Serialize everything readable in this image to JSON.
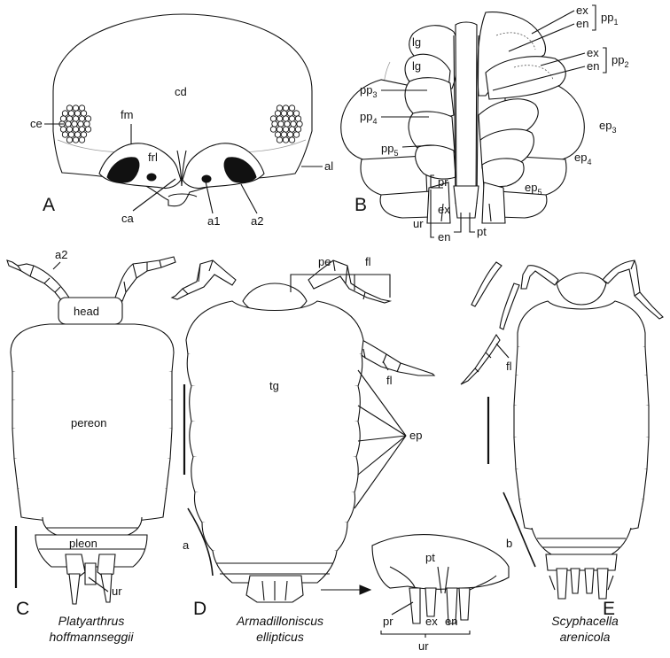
{
  "panels": {
    "A": {
      "letter": "A",
      "labels": {
        "cd": "cd",
        "ce": "ce",
        "fm": "fm",
        "frl": "frl",
        "al": "al",
        "ca": "ca",
        "a1": "a1",
        "a2": "a2"
      }
    },
    "B": {
      "letter": "B",
      "labels": {
        "lg1": "lg",
        "lg2": "lg",
        "ex_top": "ex",
        "en_top": "en",
        "pp1": "pp",
        "pp1_sub": "1",
        "ex_mid": "ex",
        "en_mid": "en",
        "pp2": "pp",
        "pp2_sub": "2",
        "pp3": "pp",
        "pp3_sub": "3",
        "pp4": "pp",
        "pp4_sub": "4",
        "pp5": "pp",
        "pp5_sub": "5",
        "ep3": "ep",
        "ep3_sub": "3",
        "ep4": "ep",
        "ep4_sub": "4",
        "ep5": "ep",
        "ep5_sub": "5",
        "pr": "pr",
        "ex": "ex",
        "ur": "ur",
        "en": "en",
        "pt": "pt"
      }
    },
    "C": {
      "letter": "C",
      "labels": {
        "a2": "a2",
        "head": "head",
        "pereon": "pereon",
        "pleon": "pleon",
        "ur": "ur"
      }
    },
    "D": {
      "letter": "D",
      "labels": {
        "pe": "pe",
        "fl_top": "fl",
        "fl_side": "fl",
        "tg": "tg",
        "ep": "ep",
        "a": "a",
        "pt": "pt",
        "pr": "pr",
        "ex": "ex",
        "en": "en",
        "ur": "ur"
      }
    },
    "E": {
      "letter": "E",
      "labels": {
        "fl": "fl",
        "b": "b"
      }
    }
  },
  "species": {
    "C": {
      "genus": "Platyarthrus",
      "epithet": "hoffmannseggii"
    },
    "D": {
      "genus": "Armadilloniscus",
      "epithet": "ellipticus"
    },
    "E": {
      "genus": "Scyphacella",
      "epithet": "arenicola"
    }
  }
}
